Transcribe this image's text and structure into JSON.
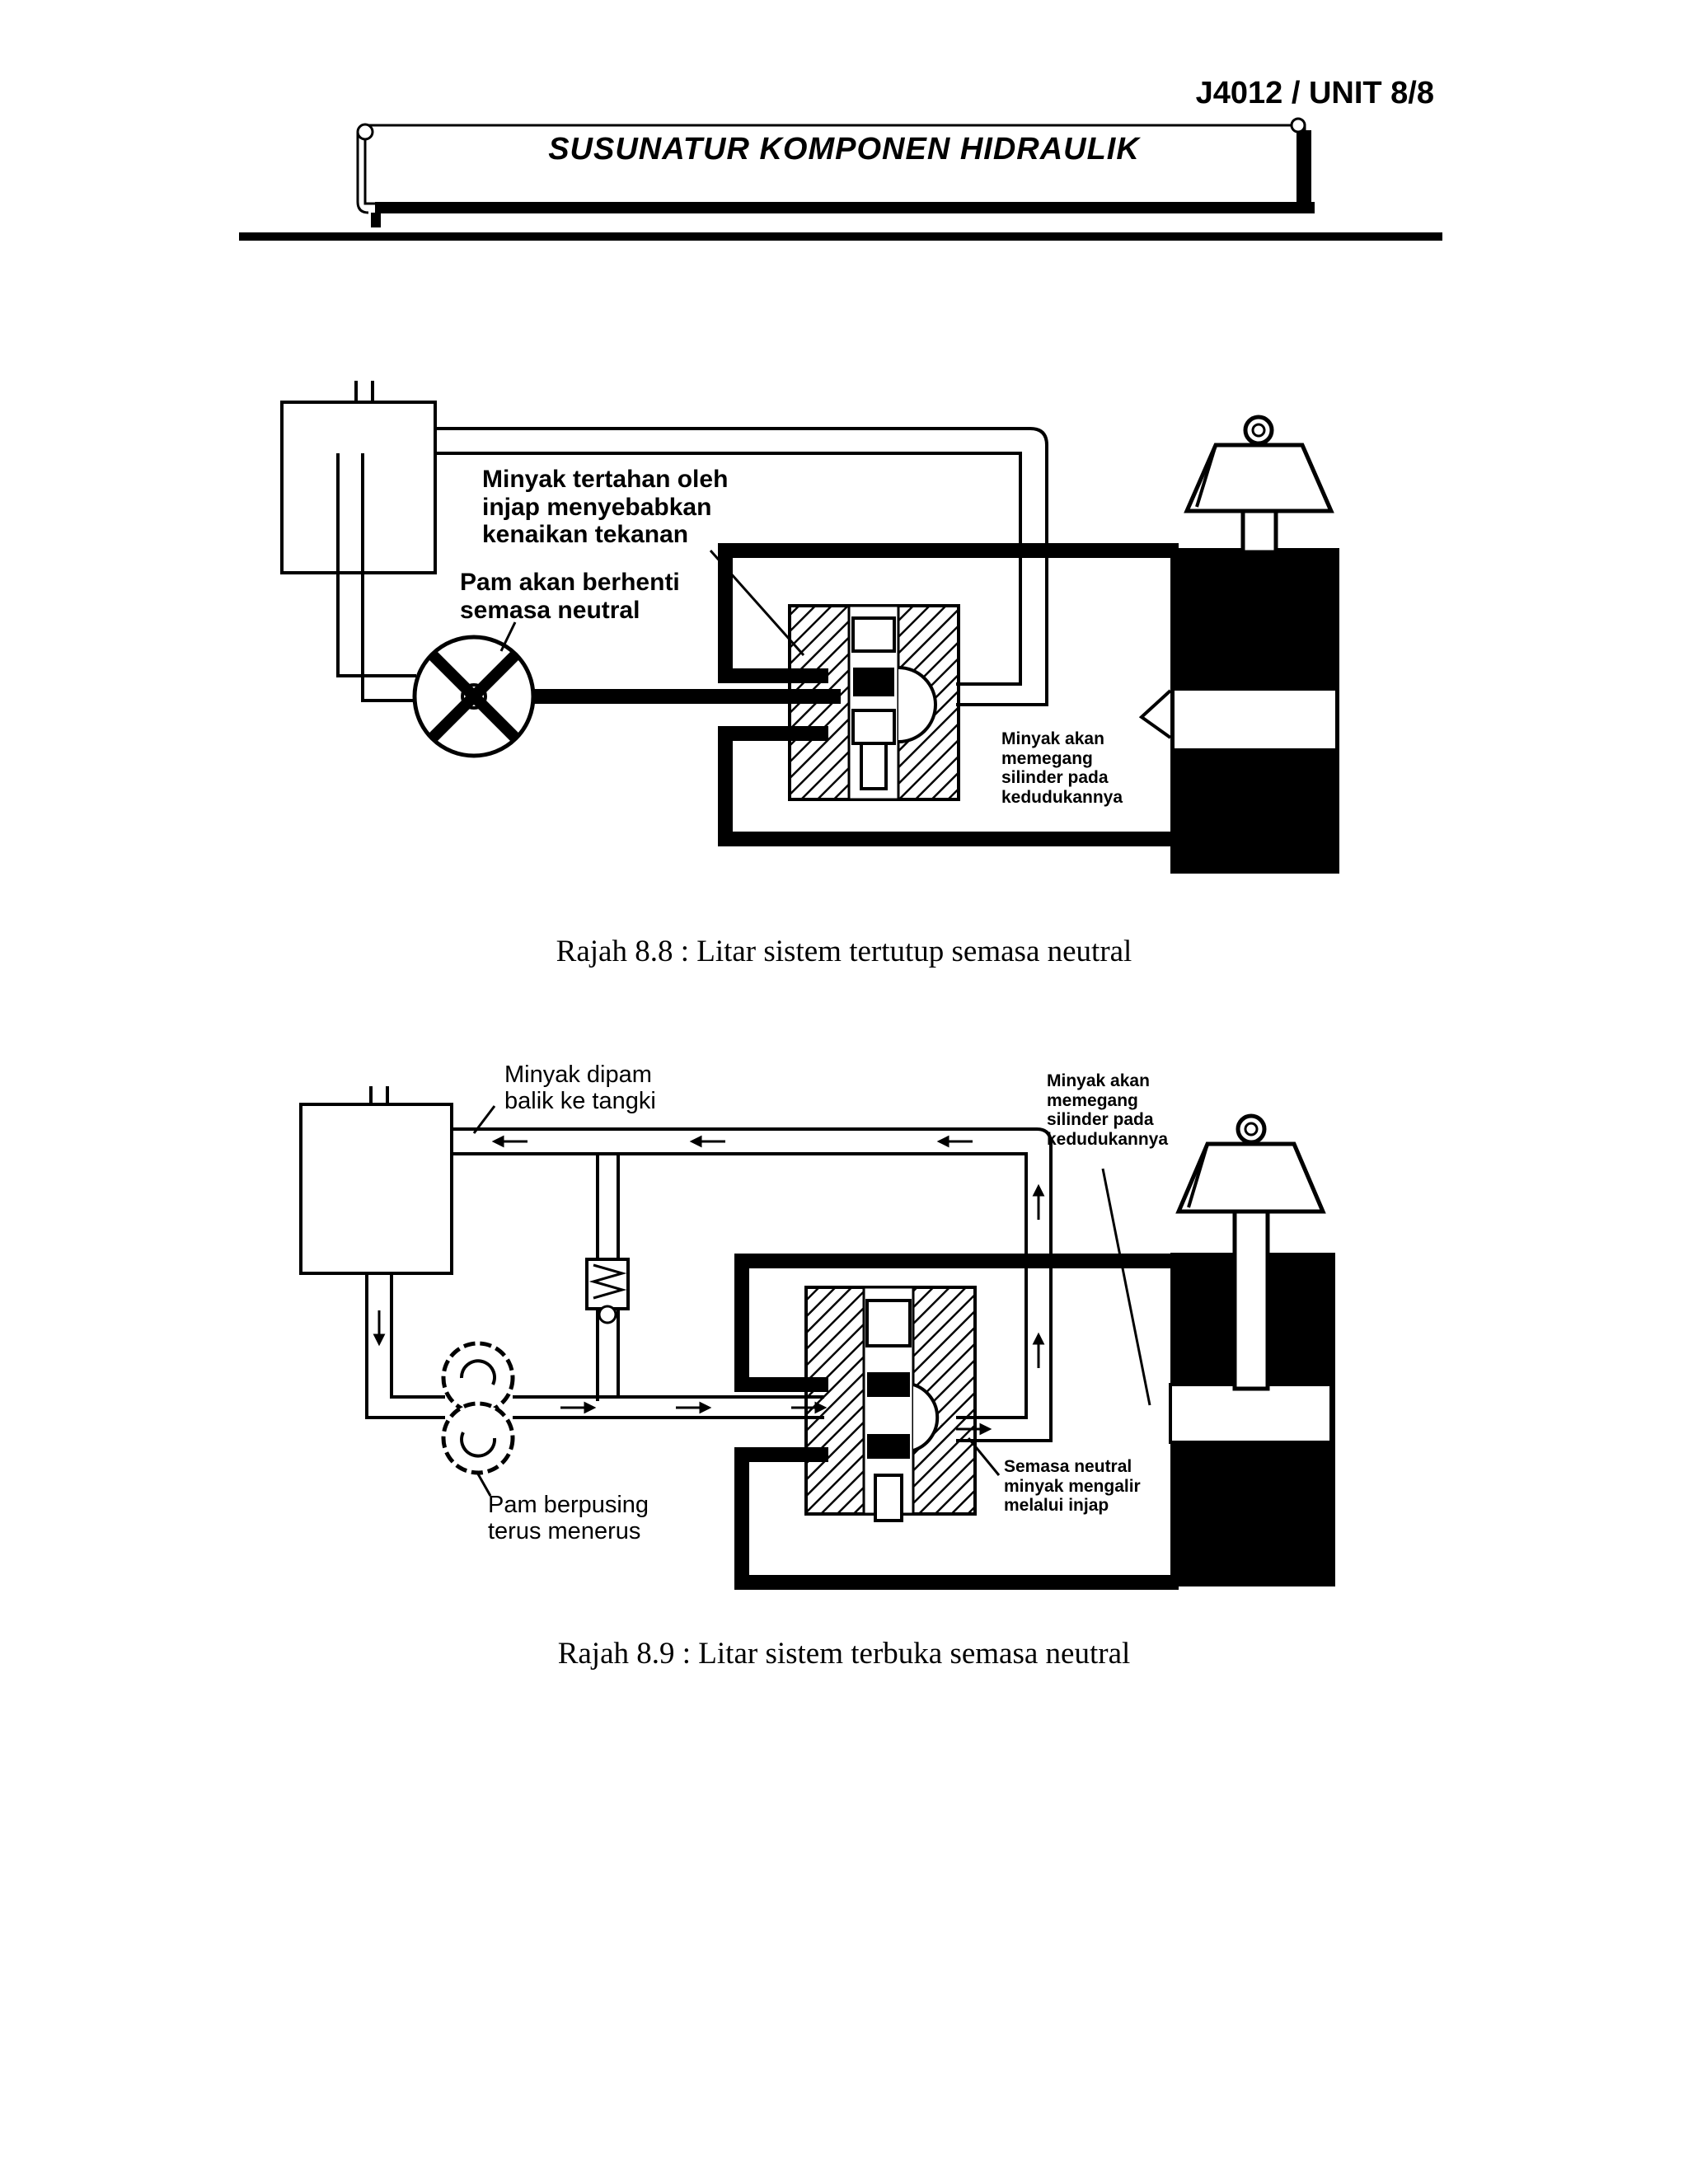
{
  "header": {
    "unit_code": "J4012 / UNIT 8/8",
    "title": "SUSUNATUR  KOMPONEN HIDRAULIK"
  },
  "figure_8_8": {
    "caption": "Rajah 8.8 : Litar sistem tertutup semasa neutral",
    "label_valve": "Minyak tertahan oleh\ninjap menyebabkan\nkenaikan tekanan",
    "label_pump": "Pam akan berhenti\nsemasa neutral",
    "label_cylinder": "Minyak akan\nmemegang\nsilinder pada\nkedudukannya"
  },
  "figure_8_9": {
    "caption": "Rajah 8.9 : Litar sistem terbuka semasa neutral",
    "label_return": "Minyak dipam\nbalik ke tangki",
    "label_cylinder": "Minyak akan\nmemegang\nsilinder pada\nkedudukannya",
    "label_valve": "Semasa neutral\nminyak mengalir\nmelalui injap",
    "label_pump": "Pam berpusing\nterus menerus"
  }
}
